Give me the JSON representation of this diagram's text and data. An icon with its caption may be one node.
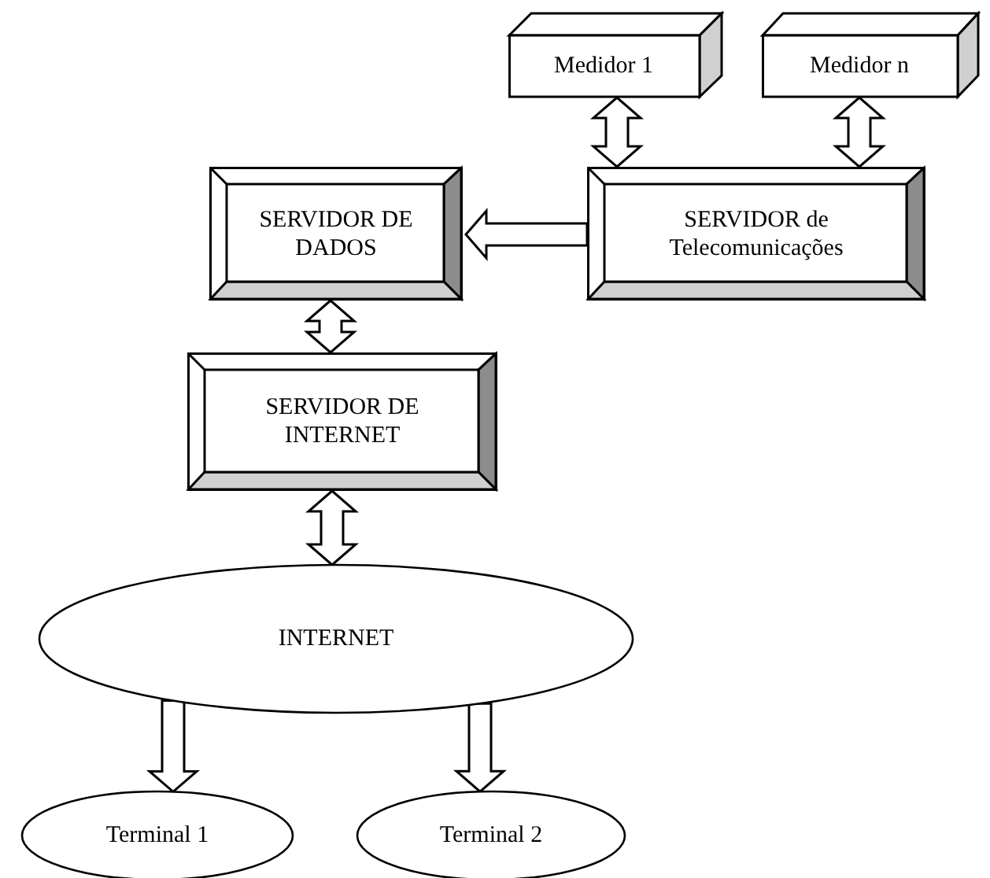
{
  "diagram": {
    "nodes": [
      {
        "text": [
          "Medidor 1"
        ]
      },
      {
        "text": [
          "Medidor n"
        ]
      },
      {
        "text": [
          "SERVIDOR DE DADOS"
        ]
      },
      {
        "text": [
          "SERVIDOR de Telecomunicações"
        ]
      },
      {
        "text": [
          "SERVIDOR DE INTERNET"
        ]
      },
      {
        "text": [
          "INTERNET"
        ]
      },
      {
        "text": [
          "Terminal 1"
        ]
      },
      {
        "text": [
          "Terminal 2"
        ]
      }
    ],
    "edges": [
      {
        "from": 0,
        "to": 3,
        "arrow": "both"
      },
      {
        "from": 1,
        "to": 3,
        "arrow": "both"
      },
      {
        "from": 3,
        "to": 2,
        "arrow": "to"
      },
      {
        "from": 2,
        "to": 4,
        "arrow": "both"
      },
      {
        "from": 4,
        "to": 5,
        "arrow": "both"
      },
      {
        "from": 5,
        "to": 6,
        "arrow": "to"
      },
      {
        "from": 5,
        "to": 7,
        "arrow": "to"
      }
    ]
  }
}
